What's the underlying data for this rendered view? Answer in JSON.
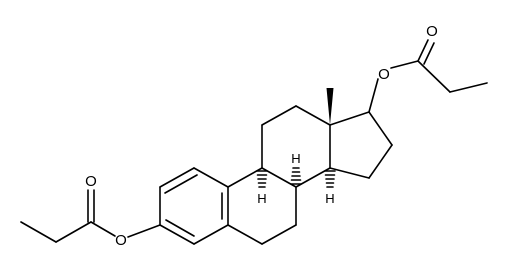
{
  "molecule": {
    "atom_labels": {
      "o_ester_17": "O",
      "o_carbonyl_17": "O",
      "o_ester_3": "O",
      "o_carbonyl_3": "O",
      "h_9": "H",
      "h_8": "H",
      "h_14": "H"
    }
  }
}
